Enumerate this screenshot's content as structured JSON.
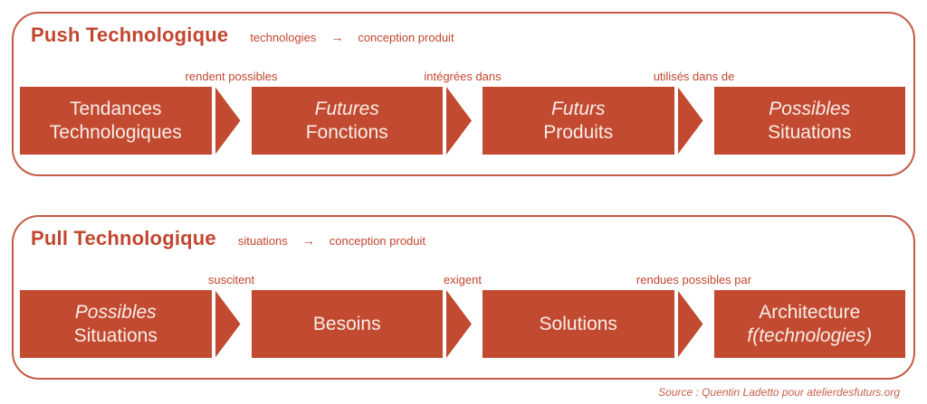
{
  "panels": [
    {
      "title": "Push Technologique",
      "subtitle": {
        "from": "technologies",
        "arrow": "→",
        "to": "conception produit"
      },
      "boxes": [
        {
          "line1": "Tendances",
          "line2": "Technologiques"
        },
        {
          "line1": "Futures",
          "line2": "Fonctions"
        },
        {
          "line1": "Futurs",
          "line2": "Produits"
        },
        {
          "line1": "Possibles",
          "line2": "Situations"
        }
      ],
      "arrow_labels": [
        "rendent possibles",
        "intégrées dans",
        "utilisés dans de"
      ]
    },
    {
      "title": "Pull Technologique",
      "subtitle": {
        "from": "situations",
        "arrow": "→",
        "to": "conception produit"
      },
      "boxes": [
        {
          "line1": "Possibles",
          "line2": "Situations"
        },
        {
          "line1": "Besoins"
        },
        {
          "line1": "Solutions"
        },
        {
          "line1": "Architecture",
          "line2": "f(technologies)"
        }
      ],
      "arrow_labels": [
        "suscitent",
        "exigent",
        "rendues possibles par"
      ]
    }
  ],
  "source": "Source : Quentin Ladetto pour atelierdesfuturs.org",
  "colors": {
    "box_fill": "#c24a31",
    "box_text": "#f8ede8",
    "panel_outline": "#c45a45",
    "label_text": "#c2462f",
    "source_text": "#c6604a"
  }
}
